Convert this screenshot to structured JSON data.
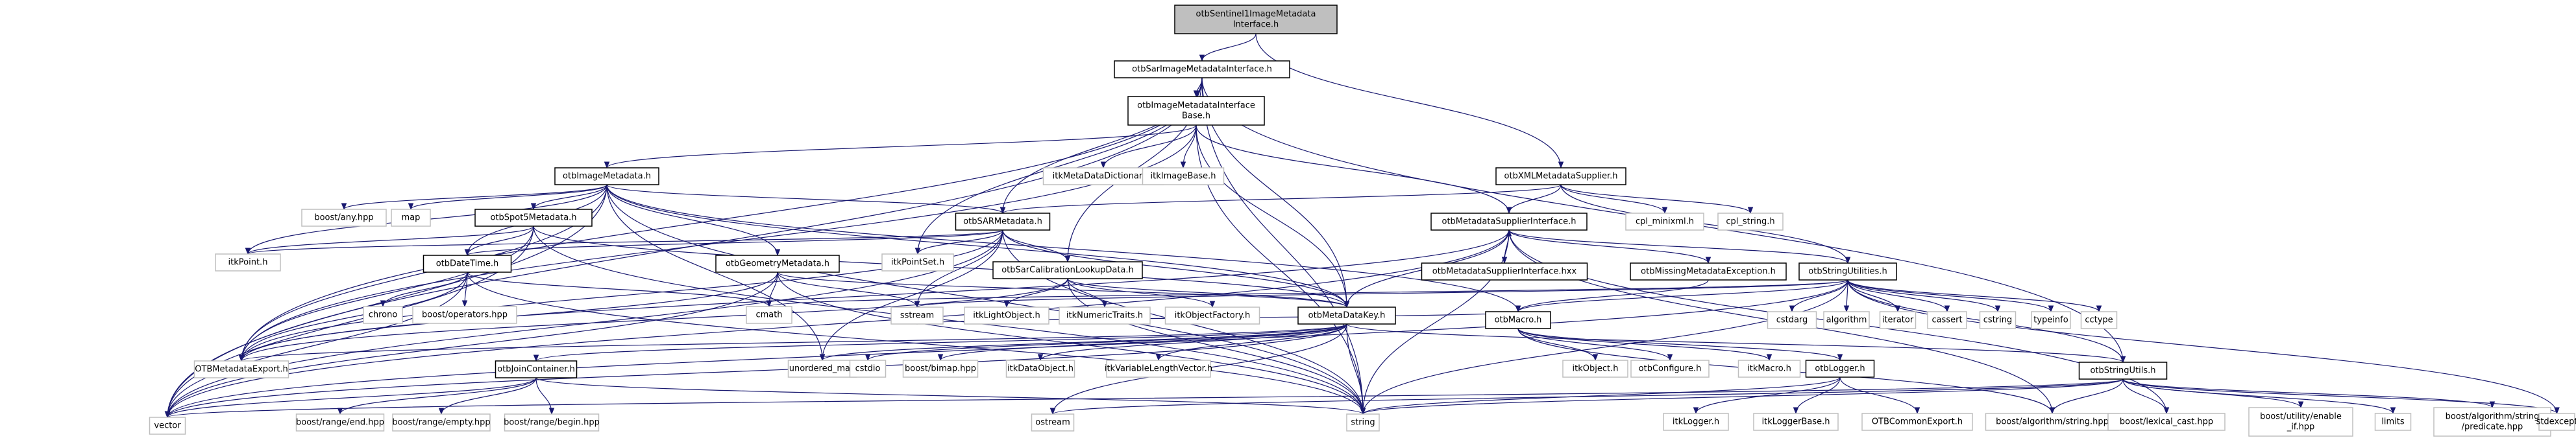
{
  "diagram": {
    "type": "include-dependency-graph",
    "colors": {
      "edge": "#191970",
      "root_fill": "#bfbfbf",
      "internal_border": "#000000",
      "external_border": "#bfbfbf"
    },
    "nodes": [
      {
        "id": "root",
        "label": [
          "otbSentinel1ImageMetadata",
          "Interface.h"
        ],
        "kind": "root"
      },
      {
        "id": "sarimi",
        "label": [
          "otbSarImageMetadataInterface.h"
        ],
        "kind": "internal"
      },
      {
        "id": "imib",
        "label": [
          "otbImageMetadataInterface",
          "Base.h"
        ],
        "kind": "internal"
      },
      {
        "id": "xmlms",
        "label": [
          "otbXMLMetadataSupplier.h"
        ],
        "kind": "internal"
      },
      {
        "id": "im",
        "label": [
          "otbImageMetadata.h"
        ],
        "kind": "internal"
      },
      {
        "id": "itkmdd",
        "label": [
          "itkMetaDataDictionary.h"
        ],
        "kind": "external"
      },
      {
        "id": "itkib",
        "label": [
          "itkImageBase.h"
        ],
        "kind": "external"
      },
      {
        "id": "cplmx",
        "label": [
          "cpl_minixml.h"
        ],
        "kind": "external"
      },
      {
        "id": "cplstr",
        "label": [
          "cpl_string.h"
        ],
        "kind": "external"
      },
      {
        "id": "boostany",
        "label": [
          "boost/any.hpp"
        ],
        "kind": "external"
      },
      {
        "id": "map",
        "label": [
          "map"
        ],
        "kind": "external"
      },
      {
        "id": "spot5",
        "label": [
          "otbSpot5Metadata.h"
        ],
        "kind": "internal"
      },
      {
        "id": "sarmd",
        "label": [
          "otbSARMetadata.h"
        ],
        "kind": "internal"
      },
      {
        "id": "msi",
        "label": [
          "otbMetadataSupplierInterface.h"
        ],
        "kind": "internal"
      },
      {
        "id": "itkpoint",
        "label": [
          "itkPoint.h"
        ],
        "kind": "external"
      },
      {
        "id": "datetime",
        "label": [
          "otbDateTime.h"
        ],
        "kind": "internal"
      },
      {
        "id": "geom",
        "label": [
          "otbGeometryMetadata.h"
        ],
        "kind": "internal"
      },
      {
        "id": "itkpointset",
        "label": [
          "itkPointSet.h"
        ],
        "kind": "external"
      },
      {
        "id": "sarcal",
        "label": [
          "otbSarCalibrationLookupData.h"
        ],
        "kind": "internal"
      },
      {
        "id": "msihxx",
        "label": [
          "otbMetadataSupplierInterface.hxx"
        ],
        "kind": "internal"
      },
      {
        "id": "missing",
        "label": [
          "otbMissingMetadataException.h"
        ],
        "kind": "internal"
      },
      {
        "id": "strutil",
        "label": [
          "otbStringUtilities.h"
        ],
        "kind": "internal"
      },
      {
        "id": "chrono",
        "label": [
          "chrono"
        ],
        "kind": "external"
      },
      {
        "id": "boostops",
        "label": [
          "boost/operators.hpp"
        ],
        "kind": "external"
      },
      {
        "id": "cmath",
        "label": [
          "cmath"
        ],
        "kind": "external"
      },
      {
        "id": "sstream",
        "label": [
          "sstream"
        ],
        "kind": "external"
      },
      {
        "id": "itklo",
        "label": [
          "itkLightObject.h"
        ],
        "kind": "external"
      },
      {
        "id": "itknt",
        "label": [
          "itkNumericTraits.h"
        ],
        "kind": "external"
      },
      {
        "id": "itkof",
        "label": [
          "itkObjectFactory.h"
        ],
        "kind": "external"
      },
      {
        "id": "mdkey",
        "label": [
          "otbMetaDataKey.h"
        ],
        "kind": "internal"
      },
      {
        "id": "macro",
        "label": [
          "otbMacro.h"
        ],
        "kind": "internal"
      },
      {
        "id": "cstdarg",
        "label": [
          "cstdarg"
        ],
        "kind": "external"
      },
      {
        "id": "algorithm",
        "label": [
          "algorithm"
        ],
        "kind": "external"
      },
      {
        "id": "iterator",
        "label": [
          "iterator"
        ],
        "kind": "external"
      },
      {
        "id": "cassert",
        "label": [
          "cassert"
        ],
        "kind": "external"
      },
      {
        "id": "cstring",
        "label": [
          "cstring"
        ],
        "kind": "external"
      },
      {
        "id": "typeinfo",
        "label": [
          "typeinfo"
        ],
        "kind": "external"
      },
      {
        "id": "cctype",
        "label": [
          "cctype"
        ],
        "kind": "external"
      },
      {
        "id": "otbmdexport",
        "label": [
          "OTBMetadataExport.h"
        ],
        "kind": "external"
      },
      {
        "id": "joincont",
        "label": [
          "otbJoinContainer.h"
        ],
        "kind": "internal"
      },
      {
        "id": "umap",
        "label": [
          "unordered_map"
        ],
        "kind": "external"
      },
      {
        "id": "cstdio",
        "label": [
          "cstdio"
        ],
        "kind": "external"
      },
      {
        "id": "bimap",
        "label": [
          "boost/bimap.hpp"
        ],
        "kind": "external"
      },
      {
        "id": "itkdo",
        "label": [
          "itkDataObject.h"
        ],
        "kind": "external"
      },
      {
        "id": "itkvlv",
        "label": [
          "itkVariableLengthVector.h"
        ],
        "kind": "external"
      },
      {
        "id": "itkobj",
        "label": [
          "itkObject.h"
        ],
        "kind": "external"
      },
      {
        "id": "otbconf",
        "label": [
          "otbConfigure.h"
        ],
        "kind": "external"
      },
      {
        "id": "itkmacro",
        "label": [
          "itkMacro.h"
        ],
        "kind": "external"
      },
      {
        "id": "logger",
        "label": [
          "otbLogger.h"
        ],
        "kind": "internal"
      },
      {
        "id": "strutils",
        "label": [
          "otbStringUtils.h"
        ],
        "kind": "internal"
      },
      {
        "id": "vector",
        "label": [
          "vector"
        ],
        "kind": "external"
      },
      {
        "id": "brend",
        "label": [
          "boost/range/end.hpp"
        ],
        "kind": "external"
      },
      {
        "id": "brempty",
        "label": [
          "boost/range/empty.hpp"
        ],
        "kind": "external"
      },
      {
        "id": "brbegin",
        "label": [
          "boost/range/begin.hpp"
        ],
        "kind": "external"
      },
      {
        "id": "ostream",
        "label": [
          "ostream"
        ],
        "kind": "external"
      },
      {
        "id": "string",
        "label": [
          "string"
        ],
        "kind": "external"
      },
      {
        "id": "itklogger",
        "label": [
          "itkLogger.h"
        ],
        "kind": "external"
      },
      {
        "id": "itkloggerbase",
        "label": [
          "itkLoggerBase.h"
        ],
        "kind": "external"
      },
      {
        "id": "otbcommonexport",
        "label": [
          "OTBCommonExport.h"
        ],
        "kind": "external"
      },
      {
        "id": "basstring",
        "label": [
          "boost/algorithm/string.hpp"
        ],
        "kind": "external"
      },
      {
        "id": "lexcast",
        "label": [
          "boost/lexical_cast.hpp"
        ],
        "kind": "external"
      },
      {
        "id": "enableif",
        "label": [
          "boost/utility/enable",
          "_if.hpp"
        ],
        "kind": "external"
      },
      {
        "id": "limits",
        "label": [
          "limits"
        ],
        "kind": "external"
      },
      {
        "id": "bapred",
        "label": [
          "boost/algorithm/string",
          "/predicate.hpp"
        ],
        "kind": "external"
      },
      {
        "id": "stdexcept",
        "label": [
          "stdexcept"
        ],
        "kind": "external"
      }
    ],
    "edges": [
      [
        "root",
        "sarimi"
      ],
      [
        "root",
        "xmlms"
      ],
      [
        "sarimi",
        "imib"
      ],
      [
        "sarimi",
        "sarmd"
      ],
      [
        "sarimi",
        "otbmdexport"
      ],
      [
        "sarimi",
        "vector"
      ],
      [
        "sarimi",
        "string"
      ],
      [
        "sarimi",
        "mdkey"
      ],
      [
        "sarimi",
        "strutils"
      ],
      [
        "sarimi",
        "itkpointset"
      ],
      [
        "sarimi",
        "sarcal"
      ],
      [
        "imib",
        "im"
      ],
      [
        "imib",
        "itkmdd"
      ],
      [
        "imib",
        "itkib"
      ],
      [
        "imib",
        "msi"
      ],
      [
        "imib",
        "mdkey"
      ],
      [
        "imib",
        "otbmdexport"
      ],
      [
        "imib",
        "string"
      ],
      [
        "xmlms",
        "msi"
      ],
      [
        "xmlms",
        "cplmx"
      ],
      [
        "xmlms",
        "cplstr"
      ],
      [
        "xmlms",
        "strutil"
      ],
      [
        "xmlms",
        "sarmd"
      ],
      [
        "im",
        "boostany"
      ],
      [
        "im",
        "map"
      ],
      [
        "im",
        "spot5"
      ],
      [
        "im",
        "sarmd"
      ],
      [
        "im",
        "geom"
      ],
      [
        "im",
        "datetime"
      ],
      [
        "im",
        "mdkey"
      ],
      [
        "im",
        "otbmdexport"
      ],
      [
        "im",
        "vector"
      ],
      [
        "im",
        "string"
      ],
      [
        "im",
        "umap"
      ],
      [
        "im",
        "itkpoint"
      ],
      [
        "im",
        "macro"
      ],
      [
        "spot5",
        "itkpoint"
      ],
      [
        "spot5",
        "datetime"
      ],
      [
        "spot5",
        "otbmdexport"
      ],
      [
        "spot5",
        "vector"
      ],
      [
        "spot5",
        "mdkey"
      ],
      [
        "spot5",
        "string"
      ],
      [
        "sarmd",
        "itkpointset"
      ],
      [
        "sarmd",
        "sstream"
      ],
      [
        "sarmd",
        "sarcal"
      ],
      [
        "sarmd",
        "mdkey"
      ],
      [
        "sarmd",
        "otbmdexport"
      ],
      [
        "sarmd",
        "datetime"
      ],
      [
        "sarmd",
        "itkpoint"
      ],
      [
        "sarmd",
        "vector"
      ],
      [
        "sarmd",
        "umap"
      ],
      [
        "sarmd",
        "string"
      ],
      [
        "msi",
        "msihxx"
      ],
      [
        "msihxx",
        "msi"
      ],
      [
        "msi",
        "missing"
      ],
      [
        "msi",
        "strutil"
      ],
      [
        "msi",
        "mdkey"
      ],
      [
        "msi",
        "otbmdexport"
      ],
      [
        "msi",
        "string"
      ],
      [
        "msi",
        "vector"
      ],
      [
        "msi",
        "basstring"
      ],
      [
        "msi",
        "lexcast"
      ],
      [
        "datetime",
        "chrono"
      ],
      [
        "datetime",
        "boostops"
      ],
      [
        "datetime",
        "cmath"
      ],
      [
        "datetime",
        "otbmdexport"
      ],
      [
        "datetime",
        "string"
      ],
      [
        "datetime",
        "vector"
      ],
      [
        "geom",
        "cmath"
      ],
      [
        "geom",
        "sstream"
      ],
      [
        "geom",
        "otbmdexport"
      ],
      [
        "geom",
        "mdkey"
      ],
      [
        "geom",
        "vector"
      ],
      [
        "geom",
        "string"
      ],
      [
        "sarcal",
        "itklo"
      ],
      [
        "sarcal",
        "itknt"
      ],
      [
        "sarcal",
        "itkof"
      ],
      [
        "sarcal",
        "mdkey"
      ],
      [
        "sarcal",
        "otbmdexport"
      ],
      [
        "sarcal",
        "string"
      ],
      [
        "missing",
        "macro"
      ],
      [
        "strutil",
        "cstdarg"
      ],
      [
        "strutil",
        "algorithm"
      ],
      [
        "strutil",
        "iterator"
      ],
      [
        "strutil",
        "cassert"
      ],
      [
        "strutil",
        "cstring"
      ],
      [
        "strutil",
        "typeinfo"
      ],
      [
        "strutil",
        "cctype"
      ],
      [
        "strutil",
        "macro"
      ],
      [
        "strutil",
        "string"
      ],
      [
        "strutil",
        "vector"
      ],
      [
        "strutil",
        "stdexcept"
      ],
      [
        "strutil",
        "sstream"
      ],
      [
        "strutil",
        "strutils"
      ],
      [
        "strutil",
        "cmath"
      ],
      [
        "mdkey",
        "joincont"
      ],
      [
        "mdkey",
        "umap"
      ],
      [
        "mdkey",
        "cstdio"
      ],
      [
        "mdkey",
        "bimap"
      ],
      [
        "mdkey",
        "itkdo"
      ],
      [
        "mdkey",
        "itkvlv"
      ],
      [
        "mdkey",
        "string"
      ],
      [
        "mdkey",
        "otbmdexport"
      ],
      [
        "mdkey",
        "vector"
      ],
      [
        "mdkey",
        "strutils"
      ],
      [
        "mdkey",
        "ostream"
      ],
      [
        "macro",
        "itkobj"
      ],
      [
        "macro",
        "otbconf"
      ],
      [
        "macro",
        "itkmacro"
      ],
      [
        "macro",
        "logger"
      ],
      [
        "macro",
        "sstream"
      ],
      [
        "macro",
        "basstring"
      ],
      [
        "logger",
        "itklogger"
      ],
      [
        "logger",
        "itkloggerbase"
      ],
      [
        "logger",
        "otbcommonexport"
      ],
      [
        "logger",
        "string"
      ],
      [
        "joincont",
        "brend"
      ],
      [
        "joincont",
        "brempty"
      ],
      [
        "joincont",
        "brbegin"
      ],
      [
        "joincont",
        "string"
      ],
      [
        "joincont",
        "vector"
      ],
      [
        "strutils",
        "basstring"
      ],
      [
        "strutils",
        "lexcast"
      ],
      [
        "strutils",
        "enableif"
      ],
      [
        "strutils",
        "limits"
      ],
      [
        "strutils",
        "bapred"
      ],
      [
        "strutils",
        "stdexcept"
      ],
      [
        "strutils",
        "string"
      ],
      [
        "strutils",
        "vector"
      ],
      [
        "strutils",
        "ostream"
      ]
    ]
  }
}
